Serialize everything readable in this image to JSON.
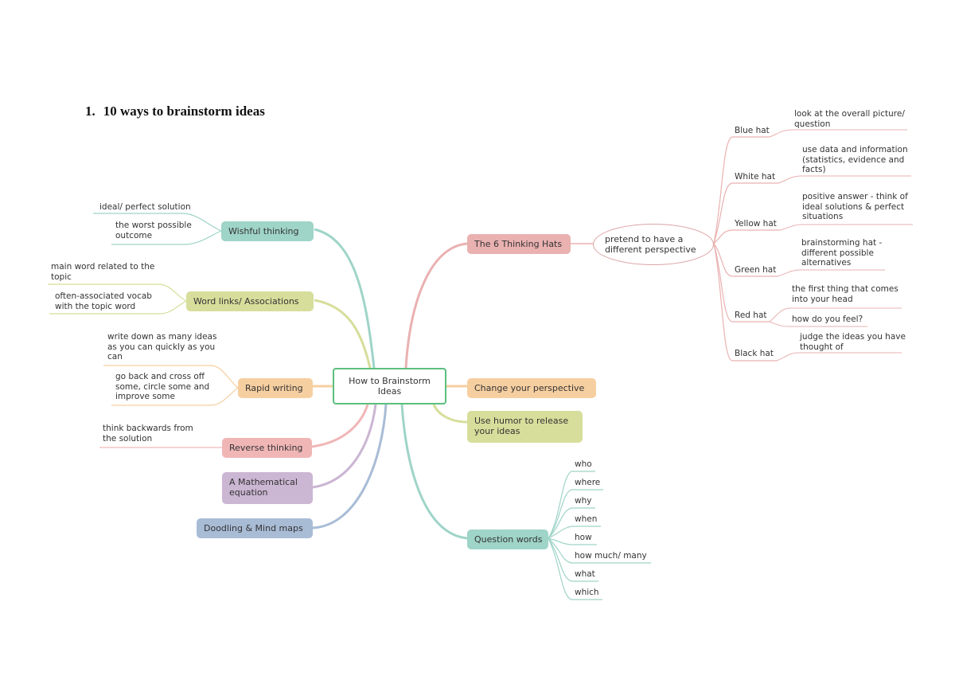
{
  "heading": {
    "number": "1.",
    "text": "10 ways to brainstorm ideas"
  },
  "center": "How to Brainstorm Ideas",
  "left": {
    "wishful": {
      "label": "Wishful thinking",
      "leaves": [
        "ideal/ perfect solution",
        "the worst possible outcome"
      ]
    },
    "word_links": {
      "label": "Word links/ Associations",
      "leaves": [
        "main word related to the topic",
        "often-associated vocab with the topic word"
      ]
    },
    "rapid": {
      "label": "Rapid writing",
      "leaves": [
        "write down as many ideas as you can quickly as you can",
        "go back and cross off some, circle some and improve some"
      ]
    },
    "reverse": {
      "label": "Reverse thinking",
      "leaves": [
        "think backwards from the solution"
      ]
    },
    "math": {
      "label": "A Mathematical equation"
    },
    "doodling": {
      "label": "Doodling & Mind maps"
    }
  },
  "right": {
    "hats": {
      "label": "The 6 Thinking Hats",
      "bubble": "pretend to have a different perspective",
      "items": [
        {
          "name": "Blue hat",
          "notes": [
            "look at the overall picture/ question"
          ]
        },
        {
          "name": "White hat",
          "notes": [
            "use data and information (statistics, evidence and facts)"
          ]
        },
        {
          "name": "Yellow hat",
          "notes": [
            "positive answer - think of ideal solutions & perfect situations"
          ]
        },
        {
          "name": "Green hat",
          "notes": [
            "brainstorming hat - different possible alternatives"
          ]
        },
        {
          "name": "Red hat",
          "notes": [
            "the first thing that comes into your head",
            "how do you feel?"
          ]
        },
        {
          "name": "Black hat",
          "notes": [
            "judge the ideas you have thought of"
          ]
        }
      ]
    },
    "perspective": {
      "label": "Change your perspective"
    },
    "humor": {
      "label": "Use humor to release your ideas"
    },
    "questions": {
      "label": "Question words",
      "words": [
        "who",
        "where",
        "why",
        "when",
        "how",
        "how much/ many",
        "what",
        "which"
      ]
    }
  },
  "colors": {
    "center_border": "#5cbf7e",
    "wishful": "#9fd4c8",
    "word_links": "#d7de9b",
    "rapid": "#f6cfa1",
    "reverse": "#f0b6b6",
    "math": "#cbb6d3",
    "doodling": "#a9bcd6",
    "hats": "#eab1b1",
    "perspective": "#f6cfa1",
    "humor": "#d7de9b",
    "questions": "#9fd4c8"
  }
}
